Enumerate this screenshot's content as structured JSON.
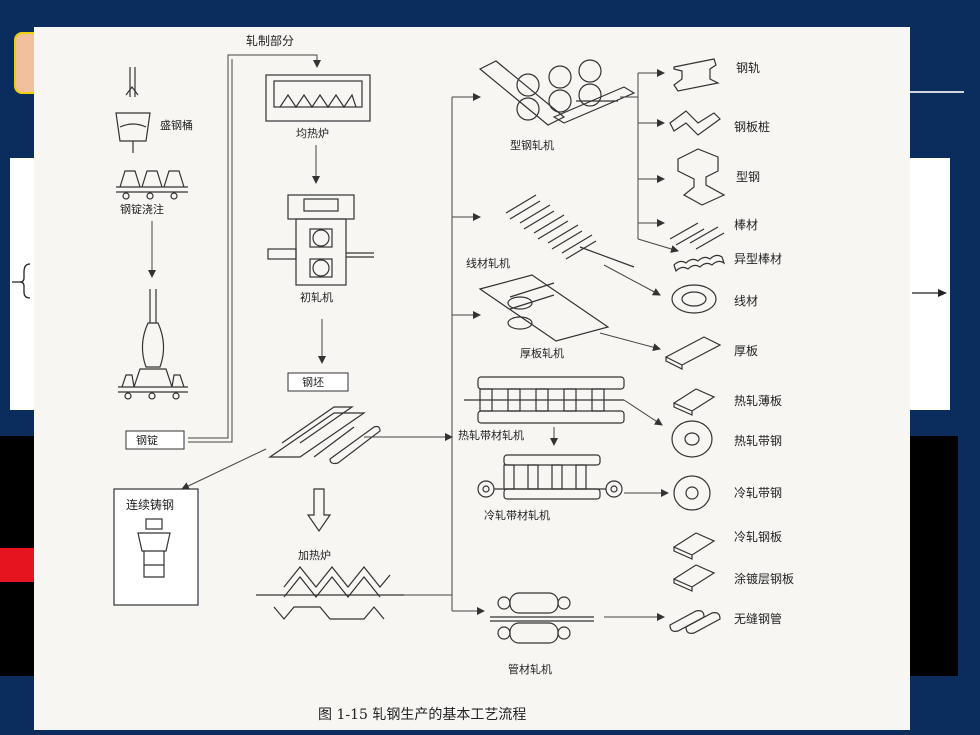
{
  "labels": {
    "rolling_section": "轧制部分",
    "ladle": "盛钢桶",
    "ingot_casting": "钢锭浇注",
    "soaking_pit": "均热炉",
    "blooming_mill": "初轧机",
    "billet": "钢坯",
    "ingot": "钢锭",
    "continuous_casting": "连续铸钢",
    "reheating_furnace": "加热炉",
    "section_mill": "型钢轧机",
    "wire_rod_mill": "线材轧机",
    "plate_mill": "厚板轧机",
    "hot_strip_mill": "热轧带材轧机",
    "cold_strip_mill": "冷轧带材轧机",
    "tube_mill": "管材轧机"
  },
  "products": [
    "钢轨",
    "钢板桩",
    "型钢",
    "棒材",
    "异型棒材",
    "线材",
    "厚板",
    "热轧薄板",
    "热轧带钢",
    "冷轧带钢",
    "冷轧钢板",
    "涂镀层钢板",
    "无缝钢管"
  ],
  "caption": "图 1-15    轧钢生产的基本工艺流程"
}
